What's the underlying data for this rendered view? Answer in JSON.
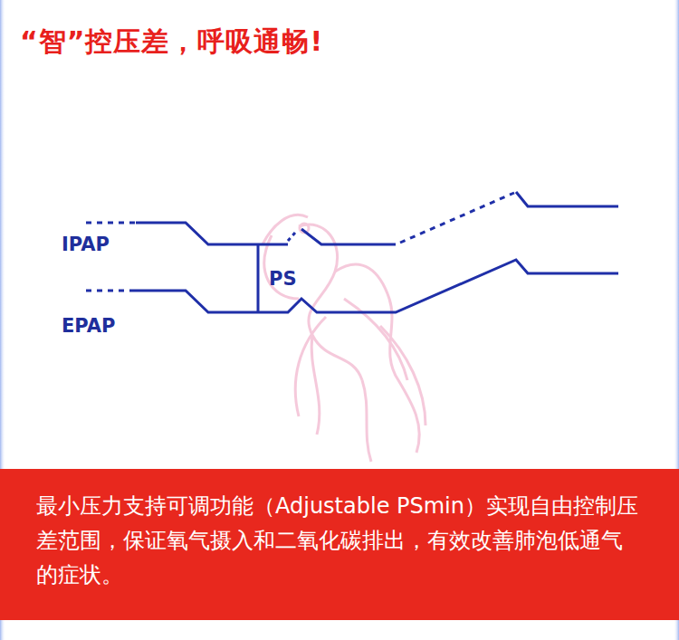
{
  "diagram": {
    "title": "“智”控压差，呼吸通畅!",
    "nodes": [
      {
        "text": [
          "最小压力支持可调功能（Adjustable PSmin）实现自由控制压差范围，保证氧气摄入和二氧化碳排出，有效改善肺泡低通气的症状。"
        ]
      }
    ],
    "labels": [
      "IPAP",
      "EPAP",
      "PS"
    ]
  }
}
